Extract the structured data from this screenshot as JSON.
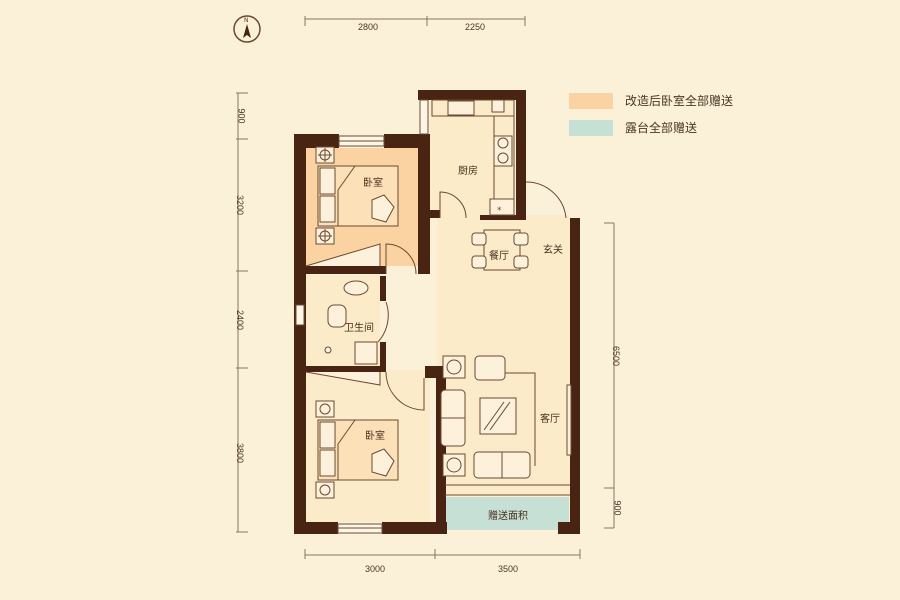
{
  "compass": {
    "label": "N"
  },
  "legend": {
    "items": [
      {
        "label": "改造后卧室全部赠送",
        "color": "#fbd3a2"
      },
      {
        "label": "露台全部赠送",
        "color": "#c7e0d6"
      }
    ]
  },
  "dimensions": {
    "top": [
      "2800",
      "2250"
    ],
    "bottom": [
      "3000",
      "3500"
    ],
    "left": [
      "900",
      "3200",
      "2400",
      "3800"
    ],
    "right": [
      "6500",
      "900"
    ]
  },
  "rooms": {
    "bedroom_top": "卧室",
    "kitchen": "厨房",
    "dining": "餐厅",
    "entrance": "玄关",
    "bathroom": "卫生间",
    "bedroom_bottom": "卧室",
    "living": "客厅",
    "balcony": "赠送面积"
  },
  "colors": {
    "wall": "#4a2412",
    "background": "#fbf1d8",
    "bonus_bedroom": "#fbd3a2",
    "terrace": "#c7e0d6",
    "floor": "#fcebc8"
  }
}
